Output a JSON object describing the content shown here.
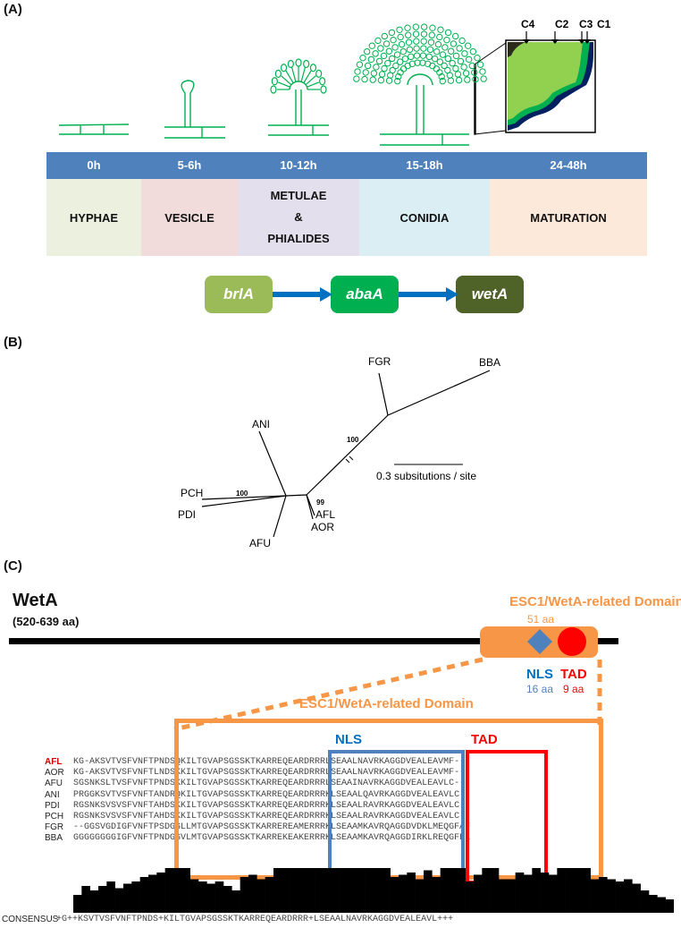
{
  "panel_a": {
    "label": "(A)",
    "times": [
      "0h",
      "5-6h",
      "10-12h",
      "15-18h",
      "24-48h"
    ],
    "stages": [
      {
        "text": "HYPHAE",
        "color": "#ebf1de"
      },
      {
        "text": "VESICLE",
        "color": "#f2dcdb"
      },
      {
        "text": "METULAE\n&\nPHIALIDES",
        "color": "#e4dfec"
      },
      {
        "text": "CONIDIA",
        "color": "#dbeef3"
      },
      {
        "text": "MATURATION",
        "color": "#fde9d9"
      }
    ],
    "genes": [
      {
        "name": "brlA",
        "color": "#9bbb59"
      },
      {
        "name": "abaA",
        "color": "#00b050"
      },
      {
        "name": "wetA",
        "color": "#4f6228"
      }
    ],
    "wall_layers": [
      "C4",
      "C2",
      "C3",
      "C1"
    ],
    "colors": {
      "timebar": "#4f81bd",
      "arrow": "#0070c0",
      "structure": "#00b050"
    }
  },
  "panel_b": {
    "label": "(B)",
    "taxa": [
      "FGR",
      "BBA",
      "ANI",
      "PCH",
      "PDI",
      "AFU",
      "AFL",
      "AOR"
    ],
    "bootstrap": [
      "100",
      "100",
      "99"
    ],
    "scale_label": "0.3 subsitutions / site"
  },
  "panel_c": {
    "label": "(C)",
    "protein": "WetA",
    "length": "(520-639 aa)",
    "domain_title": "ESC1/WetA-related Domain",
    "domain_length": "51 aa",
    "nls": {
      "name": "NLS",
      "length": "16 aa",
      "color": "#4f81bd"
    },
    "tad": {
      "name": "TAD",
      "length": "9 aa",
      "color": "#ff0000"
    },
    "domain_color": "#f79646",
    "alignment": [
      {
        "species": "AFL",
        "seq": "KG-AKSVTVSFVNFTPNDSQKILTGVAPSGSSKTKARREQEARDRRRLSEAALNAVRKAGGDVEALEAVMF--"
      },
      {
        "species": "AOR",
        "seq": "KG-AKSVTVSFVNFTLNDSKKILTGVAPSGSSKTKARREQEARDRRRLSEAALNAVRKAGGDVEALEAVMF--"
      },
      {
        "species": "AFU",
        "seq": "SGSNKSLTVSFVNFTPNDSKKILTGVAPSGSSKTKARREQEARDRRRLSEAAINAVRKAGGDVEALEAVLC--"
      },
      {
        "species": "ANI",
        "seq": "PRGGKSVTVSFVNFTANDRQKILTGVAPSGSSKTKARREQEARDRRRKLSEAALQAVRKAGGDVEALEAVLC--"
      },
      {
        "species": "PDI",
        "seq": "RGSNKSVSVSFVNFTAHDSKKILTGVAPSGSSKTKARREQEARDRRRKLSEAALRAVRKAGGDVEALEAVLC--"
      },
      {
        "species": "PCH",
        "seq": "RGSNKSVSVSFVNFTAHDSKKILTGVAPSGSSKTKARREQEARDRRRKLSEAALRAVRKAGGDVEALEAVLC--"
      },
      {
        "species": "FGR",
        "seq": "--GGSVGDIGFVNFTPSDGGLLMTGVAPSGSSKTKARREREAMERRRKLSEAAMKAVRQAGGDVDKLMEQGFAF"
      },
      {
        "species": "BBA",
        "seq": "GGGGGGGGIGFVNFTPNDGGVLMTGVAPSGSSKTKARREKEAKERRRKLSEAAMKAVRQAGGDIRKLREQGFEL"
      }
    ],
    "consensus_label": "CONSENSUS",
    "consensus": "+G++KSVTVSFVNFTPNDS+KILTGVAPSGSSKTKARREQEARDRRR+LSEAALNAVRKAGGDVEALEAVL+++",
    "conservation": [
      0.4,
      0.6,
      0.5,
      0.6,
      0.7,
      0.55,
      0.65,
      0.7,
      0.8,
      0.85,
      0.9,
      1,
      1,
      1,
      0.75,
      0.7,
      0.65,
      0.7,
      0.6,
      0.5,
      0.8,
      0.85,
      0.75,
      0.8,
      1,
      1,
      1,
      1,
      1,
      1,
      1,
      1,
      1,
      1,
      1,
      1,
      1,
      1,
      0.8,
      0.85,
      0.9,
      0.75,
      0.95,
      0.8,
      1,
      1,
      1,
      0.7,
      0.85,
      1,
      1,
      0.75,
      0.75,
      0.9,
      0.85,
      1,
      0.9,
      0.85,
      1,
      1,
      1,
      1,
      0.75,
      0.8,
      0.75,
      0.7,
      0.75,
      0.65,
      0.5,
      0.4,
      0.35,
      0.3
    ]
  }
}
